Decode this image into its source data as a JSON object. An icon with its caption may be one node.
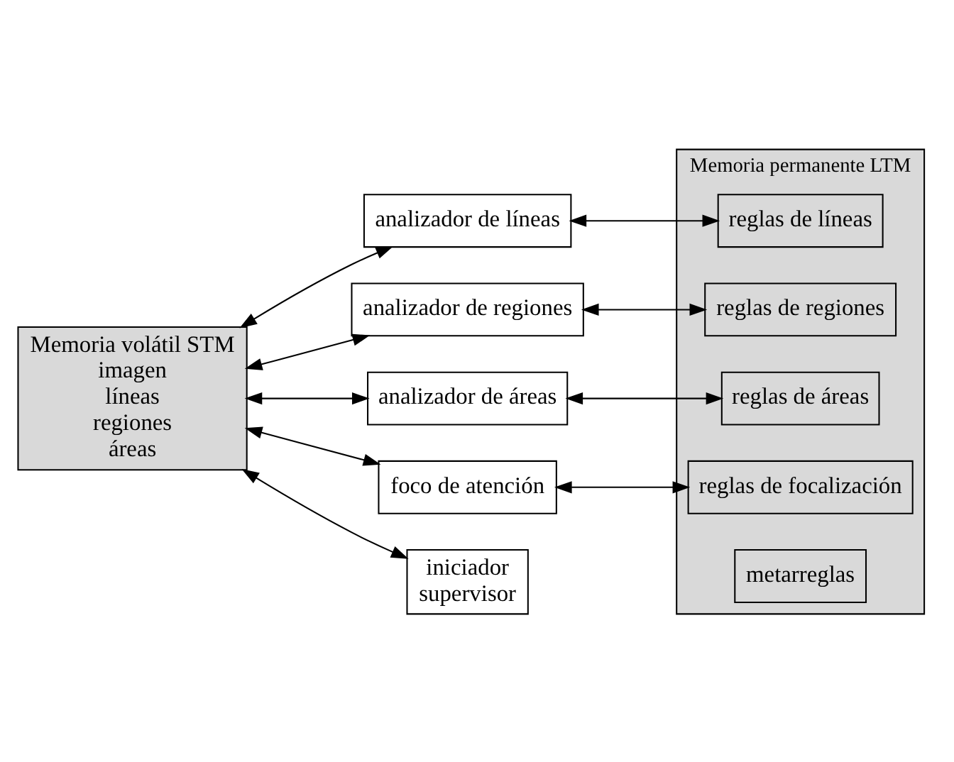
{
  "diagram": {
    "nodes": [
      {
        "text": [
          "Memoria volátil STM",
          "imagen",
          "líneas",
          "regiones",
          "áreas"
        ]
      },
      {
        "text": [
          "analizador de líneas"
        ]
      },
      {
        "text": [
          "analizador de regiones"
        ]
      },
      {
        "text": [
          "analizador de áreas"
        ]
      },
      {
        "text": [
          "foco de atención"
        ]
      },
      {
        "text": [
          "iniciador",
          "supervisor"
        ]
      },
      {
        "text": [
          "Memoria permanente LTM"
        ]
      },
      {
        "text": [
          "reglas de líneas"
        ],
        "in": 6
      },
      {
        "text": [
          "reglas de regiones"
        ],
        "in": 6
      },
      {
        "text": [
          "reglas de áreas"
        ],
        "in": 6
      },
      {
        "text": [
          "reglas de focalización"
        ],
        "in": 6
      },
      {
        "text": [
          "metarreglas"
        ],
        "in": 6
      }
    ],
    "edges": [
      {
        "from": 0,
        "to": 1,
        "arrow": "both"
      },
      {
        "from": 0,
        "to": 2,
        "arrow": "both"
      },
      {
        "from": 0,
        "to": 3,
        "arrow": "both"
      },
      {
        "from": 0,
        "to": 4,
        "arrow": "both"
      },
      {
        "from": 0,
        "to": 5,
        "arrow": "both"
      },
      {
        "from": 1,
        "to": 7,
        "arrow": "both"
      },
      {
        "from": 2,
        "to": 8,
        "arrow": "both"
      },
      {
        "from": 3,
        "to": 9,
        "arrow": "both"
      },
      {
        "from": 4,
        "to": 10,
        "arrow": "both"
      }
    ]
  }
}
